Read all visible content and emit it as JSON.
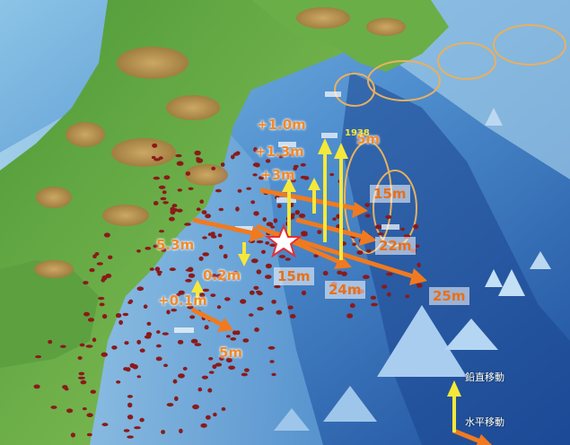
{
  "colors": {
    "sea_deep": "#1e4f9c",
    "sea_shallow": "#6fb0d8",
    "land_green": "#6fb84a",
    "mountain": "#c89a5a",
    "vertical_arrow": "#f5e83a",
    "horizontal_arrow": "#f07a20",
    "label_orange": "#f08a2a",
    "aftershock": "#8a1a1a",
    "rupture_ellipse": "#e8b060"
  },
  "icons": {
    "epicenter": "epicenter-star-icon",
    "vertical_arrow": "up-arrow-icon",
    "horizontal_arrow": "diagonal-arrow-icon"
  },
  "labels": {
    "v1": "+1.0m",
    "v2": "+1.3m",
    "v3": "+3m",
    "v4": "5m",
    "h1": "15m",
    "h2": "22m",
    "h3": "24m",
    "h4": "25m",
    "c1": "0.2m",
    "w1": "5.3m",
    "w2": "+0.1m",
    "s1": "5m",
    "sh1": "15m"
  },
  "year_labels": {
    "y1938": "1938"
  },
  "legend": {
    "vertical": "鉛直移動",
    "horizontal": "水平移動"
  }
}
